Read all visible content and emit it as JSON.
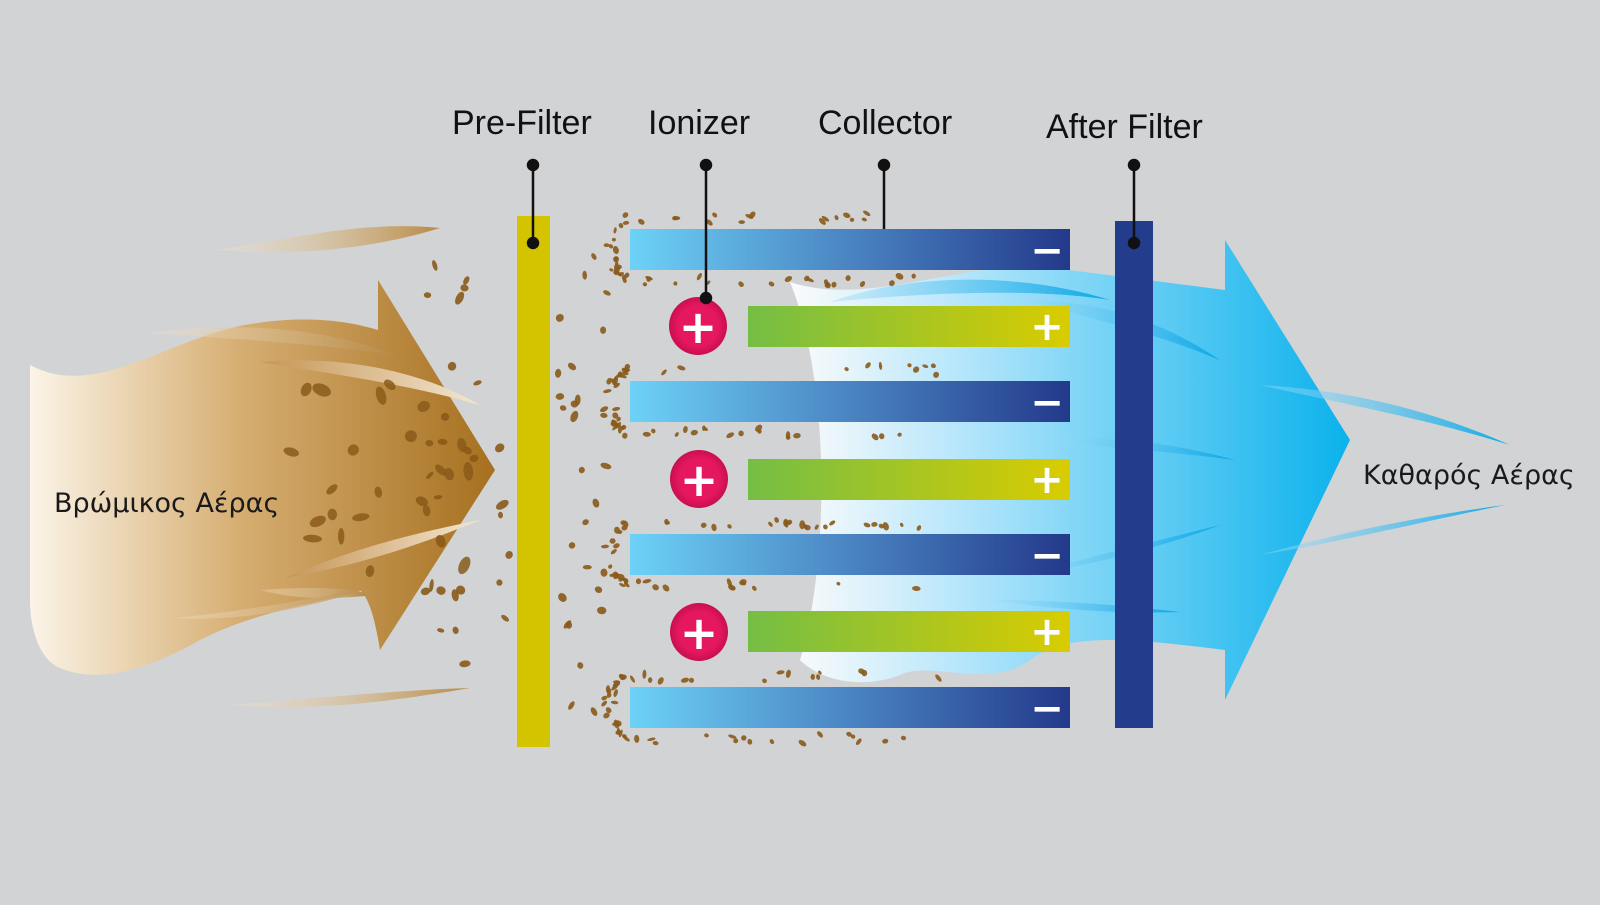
{
  "labels": {
    "pre_filter": "Pre-Filter",
    "ionizer": "Ionizer",
    "collector": "Collector",
    "after_filter": "After Filter"
  },
  "flow": {
    "dirty_air": "Βρώμικος Αέρας",
    "clean_air": "Καθαρός Αέρας"
  },
  "plate_signs": {
    "negative": "−",
    "positive": "+"
  },
  "colors": {
    "background": "#d2d3d5",
    "pre_filter": "#d4c400",
    "after_filter": "#233c8c",
    "negative_plate_start": "#6dd2f7",
    "negative_plate_end": "#23398a",
    "positive_plate_start": "#74be45",
    "positive_plate_end": "#d9cc00",
    "ionizer": "#e5175f",
    "dirty_air": "#ae7a2d",
    "clean_air": "#10b4ec",
    "dust": "#8a5a1a"
  }
}
